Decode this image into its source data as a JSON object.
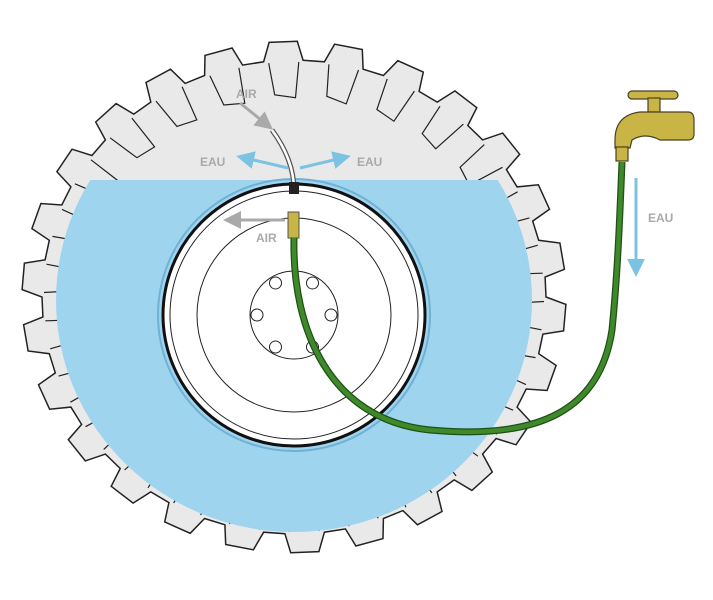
{
  "labels": {
    "air_top": "AIR",
    "eau_left": "EAU",
    "eau_right": "EAU",
    "air_valve": "AIR",
    "eau_faucet": "EAU"
  },
  "colors": {
    "tire": "#e9e9e9",
    "water": "#9fd4ef",
    "hose": "#3e8a2a",
    "brass": "#c9b446",
    "air_arrow": "#a9a9a9",
    "water_arrow": "#7cc3e3"
  }
}
